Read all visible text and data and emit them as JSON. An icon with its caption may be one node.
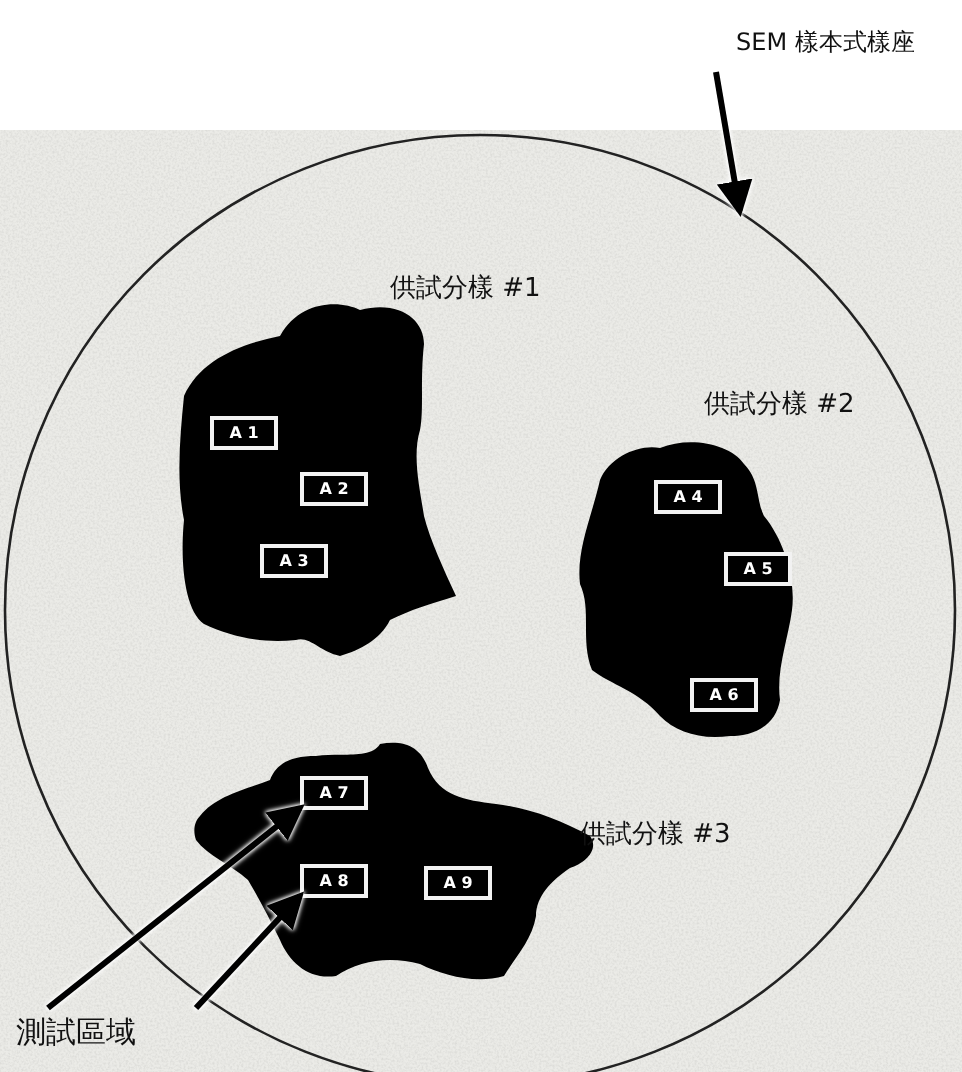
{
  "diagram": {
    "nodes": [
      {
        "text": [
          "SEM 樣本式樣座"
        ]
      },
      {
        "text": [],
        "shape": "circle"
      },
      {
        "text": [
          "供試分樣 #1"
        ],
        "in": 1
      },
      {
        "text": [
          "A 1"
        ],
        "in": 2
      },
      {
        "text": [
          "A 2"
        ],
        "in": 2
      },
      {
        "text": [
          "A 3"
        ],
        "in": 2
      },
      {
        "text": [
          "供試分樣 #2"
        ],
        "in": 1
      },
      {
        "text": [
          "A 4"
        ],
        "in": 6
      },
      {
        "text": [
          "A 5"
        ],
        "in": 6
      },
      {
        "text": [
          "A 6"
        ],
        "in": 6
      },
      {
        "text": [
          "供試分樣 #3"
        ],
        "in": 1
      },
      {
        "text": [
          "A 7"
        ],
        "in": 10
      },
      {
        "text": [
          "A 8"
        ],
        "in": 10
      },
      {
        "text": [
          "A 9"
        ],
        "in": 10
      },
      {
        "text": [
          "測試區域"
        ]
      }
    ],
    "edges": [
      {
        "from": 0,
        "to": 1,
        "arrow": "to"
      },
      {
        "from": 14,
        "to": 11,
        "arrow": "to"
      },
      {
        "from": 14,
        "to": 12,
        "arrow": "to"
      }
    ]
  }
}
